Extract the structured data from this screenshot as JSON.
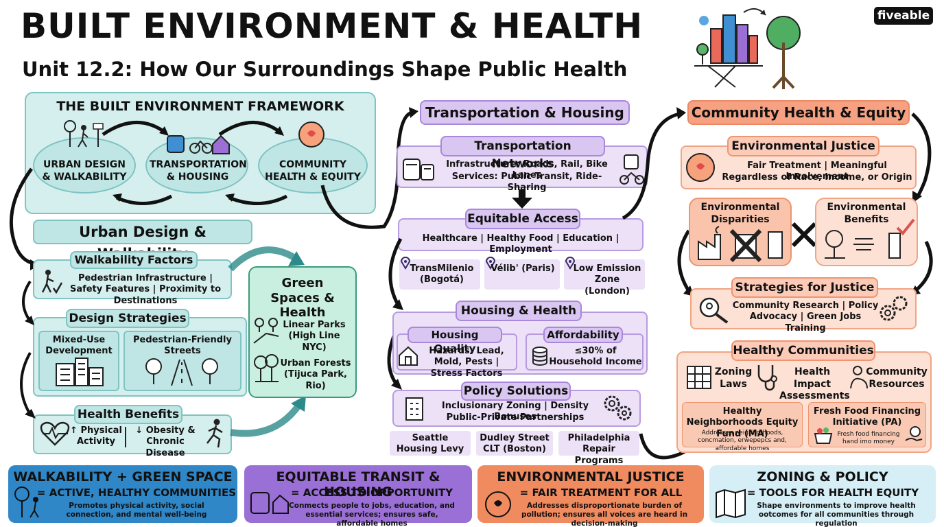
{
  "header": {
    "title": "BUILT ENVIRONMENT & HEALTH",
    "subtitle": "Unit 12.2: How Our Surroundings Shape Public Health",
    "logo": "fiveable"
  },
  "framework": {
    "title": "THE BUILT ENVIRONMENT FRAMEWORK",
    "nodes": [
      "URBAN DESIGN & WALKABILITY",
      "TRANSPORTATION & HOUSING",
      "COMMUNITY HEALTH & EQUITY"
    ]
  },
  "urban": {
    "title": "Urban Design & Walkability",
    "walk_title": "Walkability Factors",
    "walk_text": "Pedestrian Infrastructure | Safety Features | Proximity to Destinations",
    "design_title": "Design Strategies",
    "mixed_use": "Mixed-Use Development",
    "ped_streets": "Pedestrian-Friendly Streets",
    "benefits_title": "Health Benefits",
    "benefit_1": "↑ Physical Activity",
    "benefit_2": "↓ Obesity & Chronic Disease"
  },
  "green": {
    "title": "Green Spaces & Health",
    "item_1": "Linear Parks (High Line NYC)",
    "item_2": "Urban Forests (Tijuca Park, Rio)"
  },
  "transport": {
    "title": "Transportation & Housing",
    "networks_title": "Transportation Networks",
    "networks_line1": "Infrastructure: Roads, Rail, Bike Lanes",
    "networks_line2": "Services: Public Transit, Ride-Sharing",
    "access_title": "Equitable Access",
    "access_text": "Healthcare | Healthy Food | Education | Employment",
    "examples": [
      "TransMilenio (Bogotá)",
      "Vélib' (Paris)",
      "Low Emission Zone (London)"
    ],
    "housing_title": "Housing & Health",
    "quality_title": "Housing Quality",
    "quality_text": "Hazards: Lead, Mold, Pests | Stress Factors",
    "afford_title": "Affordability",
    "afford_text": "≤30% of Household Income",
    "policy_title": "Policy Solutions",
    "policy_line1": "Inclusionary Zoning | Density Bonuses",
    "policy_line2": "Public-Private Partnerships",
    "policy_examples": [
      "Seattle Housing Levy",
      "Dudley Street CLT (Boston)",
      "Philadelphia Repair Programs"
    ]
  },
  "community": {
    "title": "Community Health & Equity",
    "ej_title": "Environmental Justice",
    "ej_line1": "Fair Treatment | Meaningful Involvement",
    "ej_line2": "Regardless of Race, Income, or Origin",
    "disparities": "Environmental Disparities",
    "benefits": "Environmental Benefits",
    "strategies_title": "Strategies for Justice",
    "strategies_text": "Community Research | Policy Advocacy | Green Jobs Training",
    "healthy_title": "Healthy Communities",
    "zoning": "Zoning Laws",
    "hia": "Health Impact Assessments",
    "resources": "Community Resources",
    "fund_title": "Healthy Neighborhoods Equity Fund (MA)",
    "fund_text": "Addresses neighborhoods, concmation, erwepepcs and, affordable homes",
    "food_title": "Fresh Food Financing Initiative (PA)",
    "food_text": "Fresh food financing hand imo money"
  },
  "summary": [
    {
      "h1": "WALKABILITY + GREEN SPACE",
      "h2": "= ACTIVE, HEALTHY COMMUNITIES",
      "d": "Promotes physical activity, social connection, and mental well-being"
    },
    {
      "h1": "EQUITABLE TRANSIT & HOUSING",
      "h2": "= ACCESS TO OPPORTUNITY",
      "d": "Conmects people to jobs, education, and essential services; ensures safe, affordable homes"
    },
    {
      "h1": "ENVIRONMENTAL JUSTICE",
      "h2": "= FAIR TREATMENT FOR ALL",
      "d": "Addresses disproportionate burden of pollution; ensures all voices are heard in decision-making"
    },
    {
      "h1": "ZONING & POLICY",
      "h2": "= TOOLS FOR HEALTH EQUITY",
      "d": "Shape environments to improve health ootcomes for all communities through regulation"
    }
  ],
  "colors": {
    "teal": "#7fc3c2",
    "purple": "#b79be0",
    "coral": "#f0a584",
    "blue_band": "#2f87c7",
    "purple_band": "#9a6fd6",
    "coral_band": "#f08a5f",
    "light_band": "#d6eef6"
  }
}
